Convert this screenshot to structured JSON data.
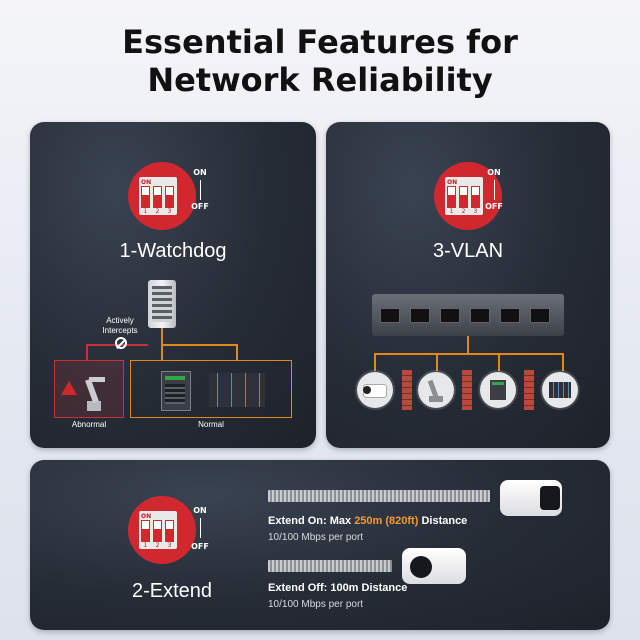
{
  "title": {
    "line1": "Essential Features for",
    "line2": "Network Reliability"
  },
  "colors": {
    "accent_orange": "#f29a38",
    "dip_red": "#d0282e",
    "panel_dark": "#262c36",
    "line_orange": "#e0891a",
    "line_red": "#c23535"
  },
  "dip_switch": {
    "on_label": "ON",
    "off_label": "OFF",
    "numbers": [
      "1",
      "2",
      "3"
    ]
  },
  "watchdog": {
    "title": "1-Watchdog",
    "actively_intercepts": "Actively\nIntercepts",
    "abnormal_label": "Abnormal",
    "normal_label": "Normal",
    "icons": [
      "switch-icon",
      "robot-arm-icon",
      "warning-icon",
      "blocked-icon",
      "io-device-icon",
      "plc-module-icon"
    ]
  },
  "vlan": {
    "title": "3-VLAN",
    "devices": [
      "camera-icon",
      "robot-arm-icon",
      "io-device-icon",
      "plc-module-icon"
    ]
  },
  "extend": {
    "title": "2-Extend",
    "on": {
      "prefix": "Extend On: Max ",
      "highlight": "250m (820ft)",
      "suffix": " Distance",
      "speed": "10/100 Mbps per port"
    },
    "off": {
      "label": "Extend Off: 100m Distance",
      "speed": "10/100 Mbps per port"
    }
  }
}
